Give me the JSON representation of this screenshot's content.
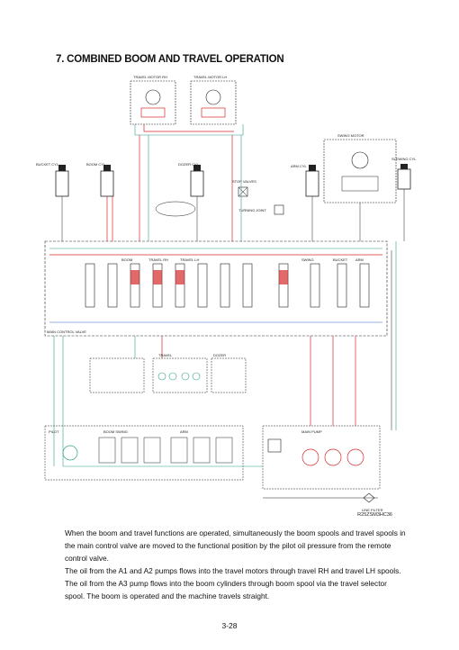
{
  "page": {
    "heading": "7. COMBINED BOOM AND TRAVEL OPERATION",
    "figure_code": "R25ZSM3HC36",
    "paragraphs": [
      "When the boom and travel functions are operated, simultaneously the boom spools and travel spools in the main control valve are moved to the functional position by the pilot oil pressure from the remote control valve.",
      "The oil from the A1 and A2 pumps flows into the travel motors through travel RH and travel LH spools.",
      "The oil from the A3 pump flows into the boom cylinders through boom spool via the travel selector spool. The boom is operated and the machine travels straight."
    ],
    "page_number": "3-28"
  },
  "diagram": {
    "labels": {
      "travel_motor_rh": "TRAVEL MOTOR RH",
      "travel_motor_lh": "TRAVEL MOTOR LH",
      "swing_motor": "SWING MOTOR",
      "slewing_cyl": "SLEWING CYL",
      "bucket_cyl": "BUCKET CYL",
      "boom_cyl": "BOOM CYL",
      "dozer_cyl": "DOZER CYL",
      "arm_cyl": "ARM CYL",
      "stop_valves": "STOP VALVES",
      "turning_joint": "TURNING JOINT",
      "main_control_valve": "MAIN CONTROL VALVE",
      "travel": "TRAVEL",
      "dozer": "DOZER",
      "main_pump": "MAIN PUMP",
      "line_filter": "LINE FILTER",
      "pilot_pump_lbl": "PILOT",
      "swing": "SWING",
      "boom_swing": "BOOM SWING",
      "arm": "ARM",
      "bucket": "BUCKET",
      "boom": "BOOM",
      "travel_rh": "TRAVEL RH",
      "travel_lh": "TRAVEL LH"
    },
    "colors": {
      "pressure": "#d42a2a",
      "pilot": "#2e9e86",
      "return": "#3366cc",
      "drain": "#555555",
      "component": "#222222"
    }
  }
}
